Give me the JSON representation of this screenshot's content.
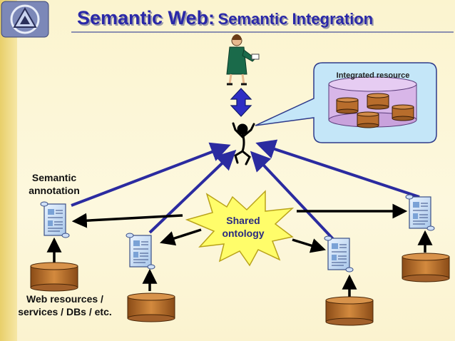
{
  "title": {
    "main": "Semantic Web:",
    "sub": "Semantic Integration"
  },
  "labels": {
    "semantic_annotation": "Semantic\nannotation",
    "web_resources": "Web resources /\nservices / DBs / etc.",
    "shared_ontology": "Shared\nontology",
    "integrated_resource": "Integrated resource"
  },
  "colors": {
    "title": "#2a28a8",
    "arrow_blue": "#2b2ba0",
    "star_fill": "#fffd6a",
    "bubble_fill": "#c4e6f8",
    "disk_fill": "#c7792e",
    "integrated_fill": "#d8b6e8"
  },
  "icons": [
    "logo-icon",
    "person-icon",
    "bidirectional-arrow-icon",
    "agent-icon",
    "scroll-icon",
    "database-icon"
  ]
}
